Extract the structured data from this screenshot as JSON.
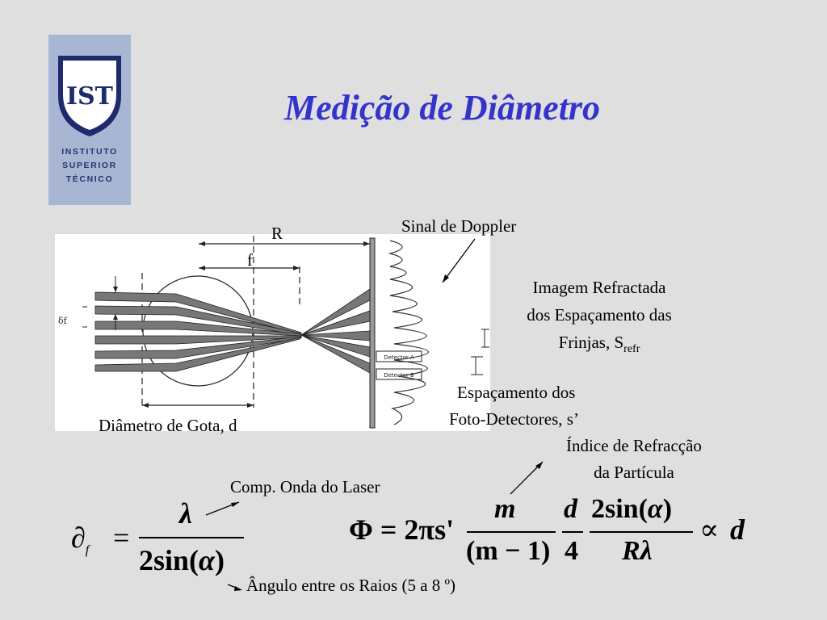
{
  "logo": {
    "emblem_text": "IST",
    "line1": "INSTITUTO",
    "line2": "SUPERIOR",
    "line3": "TÉCNICO"
  },
  "title": "Medição de Diâmetro",
  "diagram": {
    "label_R": "R",
    "label_f": "f",
    "label_delta": "δf",
    "detector_a": "Detector A",
    "detector_b": "Detector B"
  },
  "labels": {
    "doppler": "Sinal de Doppler",
    "image_line1": "Imagem Refractada",
    "image_line2": "dos Espaçamento das",
    "image_line3": "Frinjas, S",
    "image_sub": "refr",
    "spacing_line1": "Espaçamento dos",
    "spacing_line2": "Foto-Detectores, s’",
    "diameter": "Diâmetro de Gota, d",
    "refraction_line1": "Índice de Refracção",
    "refraction_line2": "da Partícula",
    "wavelength": "Comp. Onda do Laser",
    "angle": "Ângulo entre os Raios (5 a 8 º)"
  },
  "formula1": {
    "lhs": "∂",
    "lhs_sub": "f",
    "eq": "=",
    "num": "λ",
    "den_a": "2sin(",
    "den_b": "α",
    "den_c": ")"
  },
  "formula2": {
    "lhs": "Φ = 2πs'",
    "f1_num": "m",
    "f1_den": "(m − 1)",
    "f2_num": "d",
    "f2_den": "4",
    "f3_num_a": "2sin(",
    "f3_num_b": "α",
    "f3_num_c": ")",
    "f3_den": "Rλ",
    "prop": "∝",
    "rhs": "d"
  }
}
